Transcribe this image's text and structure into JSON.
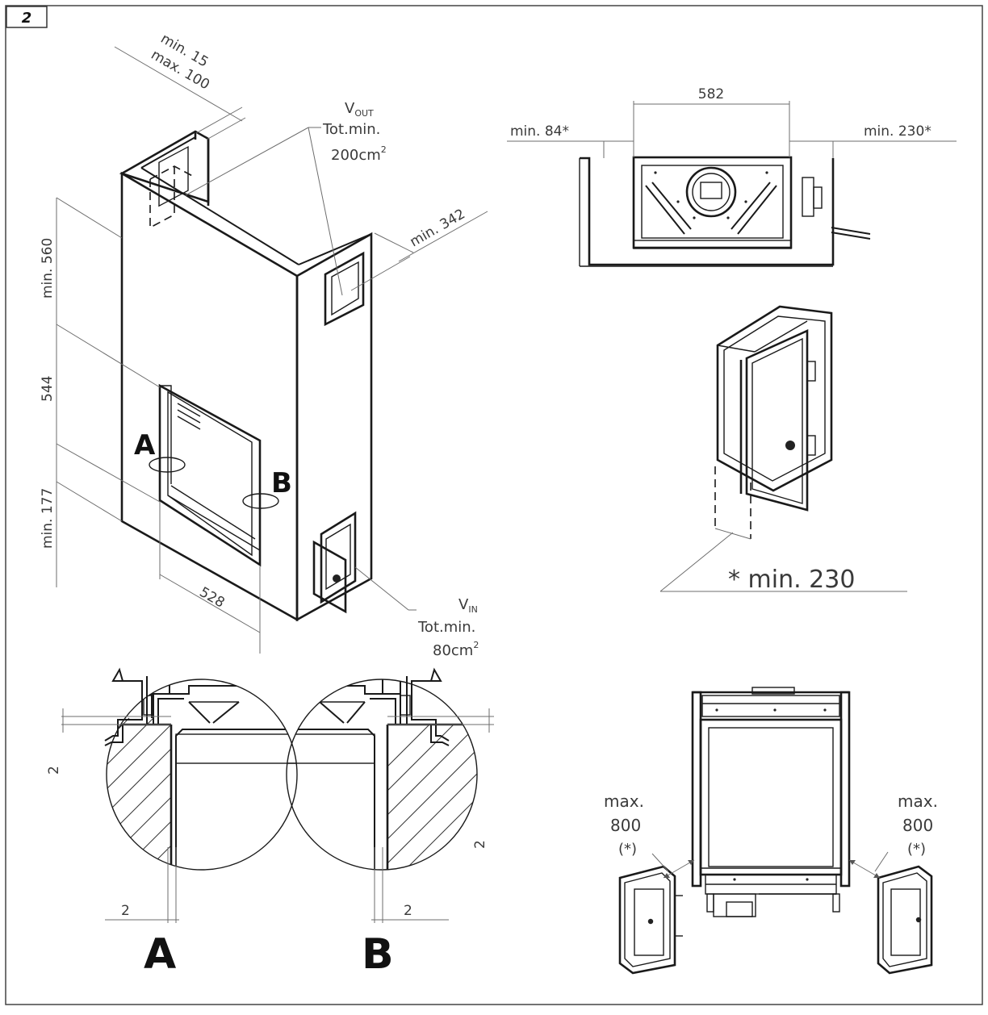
{
  "figure": {
    "number": "2"
  },
  "isometric": {
    "top_offset_min": "min. 15",
    "top_offset_max": "max. 100",
    "vent_out_label": "V",
    "vent_out_sub": "OUT",
    "vent_out_tot": "Tot.min.",
    "vent_out_area": "200cm",
    "vent_out_sup": "2",
    "depth_dim": "min. 342",
    "height_top": "min. 560",
    "height_mid": "544",
    "height_bottom": "min. 177",
    "width_dim": "528",
    "detail_a_tag": "A",
    "detail_b_tag": "B",
    "vent_in_label": "V",
    "vent_in_sub": "IN",
    "vent_in_tot": "Tot.min.",
    "vent_in_area": "80cm",
    "vent_in_sup": "2"
  },
  "top_view": {
    "width_dim": "582",
    "left_clearance": "min. 84*",
    "right_clearance": "min. 230*"
  },
  "door_view": {
    "clearance_note": "* min. 230"
  },
  "details": {
    "a_gap_vertical": "2",
    "a_gap_horizontal": "2",
    "a_label": "A",
    "b_gap_vertical": "2",
    "b_gap_horizontal": "2",
    "b_label": "B"
  },
  "front_view": {
    "left_max": "max.",
    "left_value": "800",
    "left_note": "(*)",
    "right_max": "max.",
    "right_value": "800",
    "right_note": "(*)"
  }
}
